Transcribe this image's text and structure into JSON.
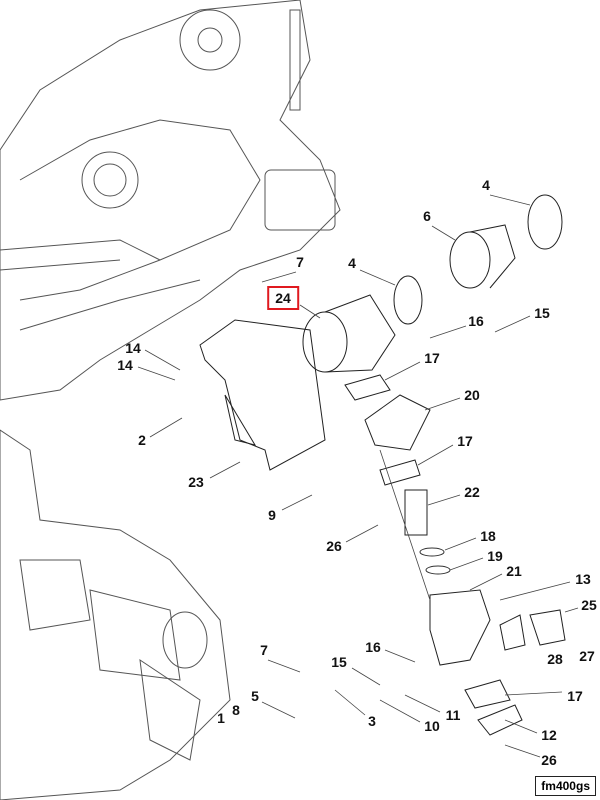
{
  "diagram": {
    "highlight_color": "#e0191f",
    "callouts": [
      "4",
      "6",
      "4",
      "7",
      "24",
      "16",
      "15",
      "14",
      "14",
      "17",
      "20",
      "2",
      "17",
      "23",
      "22",
      "9",
      "26",
      "18",
      "19",
      "21",
      "13",
      "25",
      "28",
      "27",
      "7",
      "16",
      "15",
      "5",
      "8",
      "1",
      "3",
      "11",
      "10",
      "17",
      "12",
      "26"
    ],
    "highlighted_callout": "24",
    "figure_code": "fm400gs"
  }
}
